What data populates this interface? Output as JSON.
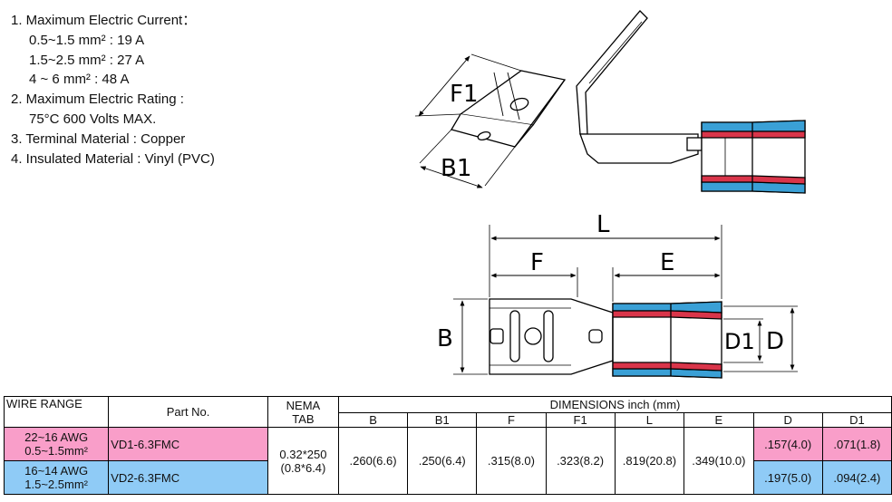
{
  "specs": {
    "current_title": "1. Maximum Electric Current：",
    "current_lines": [
      "0.5~1.5 mm² : 19 A",
      "1.5~2.5 mm² : 27 A",
      "4 ~ 6 mm² : 48 A"
    ],
    "rating_title": "2. Maximum Electric Rating :",
    "rating_value": "75°C  600  Volts MAX.",
    "terminal": "3. Terminal Material : Copper",
    "insulation": "4. Insulated Material : Vinyl (PVC)"
  },
  "drawing_labels": {
    "f1": "F1",
    "b1": "B1",
    "l": "L",
    "f": "F",
    "e": "E",
    "b": "B",
    "d1": "D1",
    "d": "D"
  },
  "table": {
    "headers": {
      "wire_range": "WIRE RANGE",
      "part_no": "Part No.",
      "nema_line1": "NEMA",
      "nema_line2": "TAB",
      "dimensions": "DIMENSIONS inch (mm)",
      "cols": [
        "B",
        "B1",
        "F",
        "F1",
        "L",
        "E",
        "D",
        "D1"
      ]
    },
    "shared": {
      "nema_line1": "0.32*250",
      "nema_line2": "(0.8*6.4)",
      "b": ".260(6.6)",
      "b1": ".250(6.4)",
      "f": ".315(8.0)",
      "f1": ".323(8.2)",
      "l": ".819(20.8)",
      "e": ".349(10.0)"
    },
    "rows": [
      {
        "wire_line1": "22~16 AWG",
        "wire_line2": "0.5~1.5mm²",
        "part": "VD1-6.3FMC",
        "d": ".157(4.0)",
        "d1": ".071(1.8)",
        "color": "#f99ec9"
      },
      {
        "wire_line1": "16~14 AWG",
        "wire_line2": "1.5~2.5mm²",
        "part": "VD2-6.3FMC",
        "d": ".197(5.0)",
        "d1": ".094(2.4)",
        "color": "#8fcbf6"
      }
    ]
  },
  "colors": {
    "pink": "#f99ec9",
    "blue": "#8fcbf6",
    "insulation_red": "#d9354a",
    "insulation_blue": "#3aa0d6"
  }
}
